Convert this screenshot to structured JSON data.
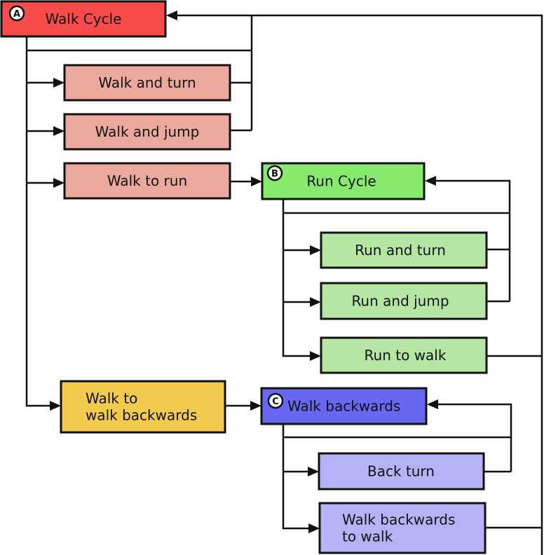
{
  "diagram": {
    "type": "state-machine-flowchart",
    "colors": {
      "walk_cycle": "#f84b4b",
      "walk_transition": "#eba99d",
      "run_cycle": "#88ea6d",
      "run_transition": "#b5e6a3",
      "walk_to_backwards": "#f2ca4d",
      "backwards_cycle": "#6767f2",
      "backwards_transition": "#b3b3f6",
      "line": "#111111"
    },
    "nodes": [
      {
        "id": "walk-cycle",
        "label": [
          "Walk Cycle"
        ],
        "badge": "A",
        "color_key": "walk_cycle"
      },
      {
        "id": "walk-and-turn",
        "label": [
          "Walk and turn"
        ],
        "color_key": "walk_transition"
      },
      {
        "id": "walk-and-jump",
        "label": [
          "Walk and jump"
        ],
        "color_key": "walk_transition"
      },
      {
        "id": "walk-to-run",
        "label": [
          "Walk to run"
        ],
        "color_key": "walk_transition"
      },
      {
        "id": "run-cycle",
        "label": [
          "Run Cycle"
        ],
        "badge": "B",
        "color_key": "run_cycle"
      },
      {
        "id": "run-and-turn",
        "label": [
          "Run and turn"
        ],
        "color_key": "run_transition"
      },
      {
        "id": "run-and-jump",
        "label": [
          "Run and jump"
        ],
        "color_key": "run_transition"
      },
      {
        "id": "run-to-walk",
        "label": [
          "Run to walk"
        ],
        "color_key": "run_transition"
      },
      {
        "id": "walk-to-walk-backwards",
        "label": [
          "Walk to",
          "walk backwards"
        ],
        "color_key": "walk_to_backwards"
      },
      {
        "id": "walk-backwards",
        "label": [
          "Walk backwards"
        ],
        "badge": "C",
        "color_key": "backwards_cycle"
      },
      {
        "id": "back-turn",
        "label": [
          "Back turn"
        ],
        "color_key": "backwards_transition"
      },
      {
        "id": "walk-backwards-to-walk",
        "label": [
          "Walk backwards",
          "to walk"
        ],
        "color_key": "backwards_transition"
      }
    ],
    "edges": [
      {
        "from": "walk-cycle",
        "to": "walk-and-turn"
      },
      {
        "from": "walk-cycle",
        "to": "walk-and-jump"
      },
      {
        "from": "walk-cycle",
        "to": "walk-to-run"
      },
      {
        "from": "walk-cycle",
        "to": "walk-to-walk-backwards"
      },
      {
        "from": "walk-and-turn",
        "to": "walk-cycle"
      },
      {
        "from": "walk-and-jump",
        "to": "walk-cycle"
      },
      {
        "from": "walk-to-run",
        "to": "run-cycle"
      },
      {
        "from": "run-cycle",
        "to": "run-and-turn"
      },
      {
        "from": "run-cycle",
        "to": "run-and-jump"
      },
      {
        "from": "run-cycle",
        "to": "run-to-walk"
      },
      {
        "from": "run-and-turn",
        "to": "run-cycle"
      },
      {
        "from": "run-and-jump",
        "to": "run-cycle"
      },
      {
        "from": "run-to-walk",
        "to": "walk-cycle"
      },
      {
        "from": "walk-to-walk-backwards",
        "to": "walk-backwards"
      },
      {
        "from": "walk-backwards",
        "to": "back-turn"
      },
      {
        "from": "walk-backwards",
        "to": "walk-backwards-to-walk"
      },
      {
        "from": "back-turn",
        "to": "walk-backwards"
      },
      {
        "from": "walk-backwards-to-walk",
        "to": "walk-cycle"
      }
    ]
  }
}
